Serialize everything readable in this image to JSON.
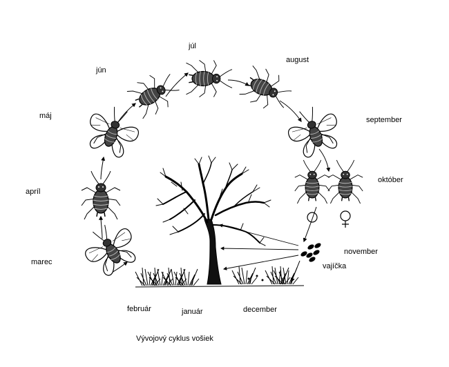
{
  "months": {
    "jul": "júl",
    "aug": "august",
    "jun": "jún",
    "maj": "máj",
    "sep": "september",
    "okt": "október",
    "apr": "apríl",
    "nov": "november",
    "mar": "marec",
    "feb": "február",
    "jan": "január",
    "dec": "december"
  },
  "eggs_label": "vajíčka",
  "caption": "Vývojový cyklus vošiek",
  "sex_symbols": {
    "male": "♂",
    "female": "♀"
  }
}
